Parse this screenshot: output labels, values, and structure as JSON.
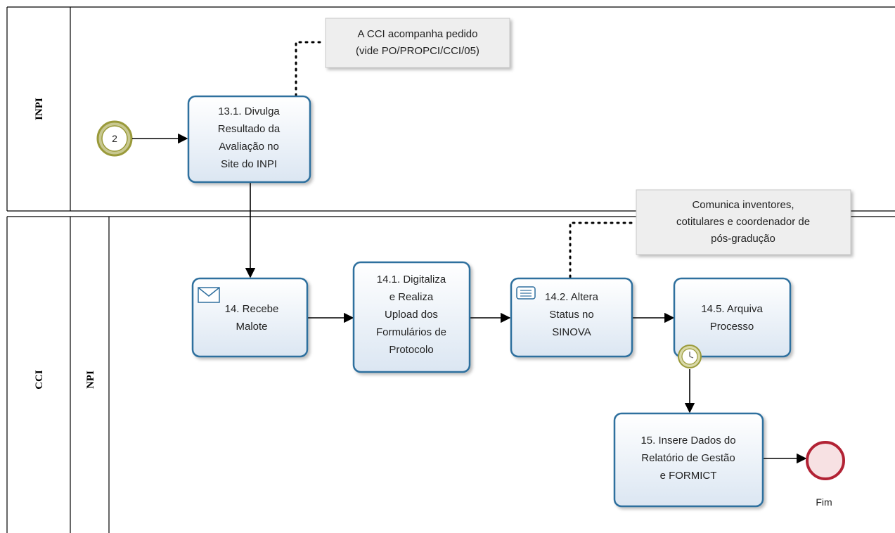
{
  "lanes": {
    "inpi": "INPI",
    "cci": "CCI",
    "npi": "NPI"
  },
  "start_event": {
    "label": "2"
  },
  "tasks": {
    "t13_1": [
      "13.1. Divulga",
      "Resultado da",
      "Avaliação no",
      "Site do INPI"
    ],
    "t14": [
      "14. Recebe",
      "Malote"
    ],
    "t14_1": [
      "14.1. Digitaliza",
      "e Realiza",
      "Upload dos",
      "Formulários de",
      "Protocolo"
    ],
    "t14_2": [
      "14.2. Altera",
      "Status no",
      "SINOVA"
    ],
    "t14_5": [
      "14.5. Arquiva",
      "Processo"
    ],
    "t15": [
      "15. Insere Dados do",
      "Relatório de Gestão",
      "e FORMICT"
    ]
  },
  "annotations": {
    "a1": [
      "A CCI acompanha pedido",
      "(vide PO/PROPCI/CCI/05)"
    ],
    "a2": [
      "Comunica inventores,",
      "cotitulares e coordenador de",
      "pós-gradução"
    ]
  },
  "end_event": {
    "label": "Fim"
  },
  "icons": {
    "message": "envelope-icon",
    "script": "script-icon",
    "timer": "timer-icon"
  },
  "colors": {
    "task_border": "#2f6f9e",
    "task_fill_top": "#ffffff",
    "task_fill_bottom": "#dfe9f3",
    "start_event": "#b5b55a",
    "end_event": "#b22234",
    "annotation_fill": "#eeeeee"
  }
}
